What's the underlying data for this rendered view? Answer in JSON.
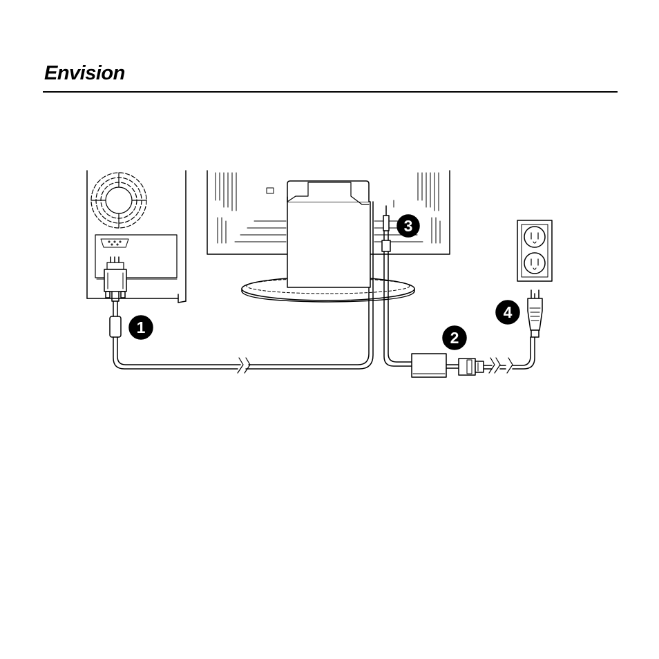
{
  "brand": {
    "logo_text": "Envision"
  },
  "diagram": {
    "steps": [
      {
        "number": "1",
        "target": "vga-signal-cable"
      },
      {
        "number": "2",
        "target": "power-adapter"
      },
      {
        "number": "3",
        "target": "dc-input-jack"
      },
      {
        "number": "4",
        "target": "ac-power-plug"
      }
    ]
  }
}
